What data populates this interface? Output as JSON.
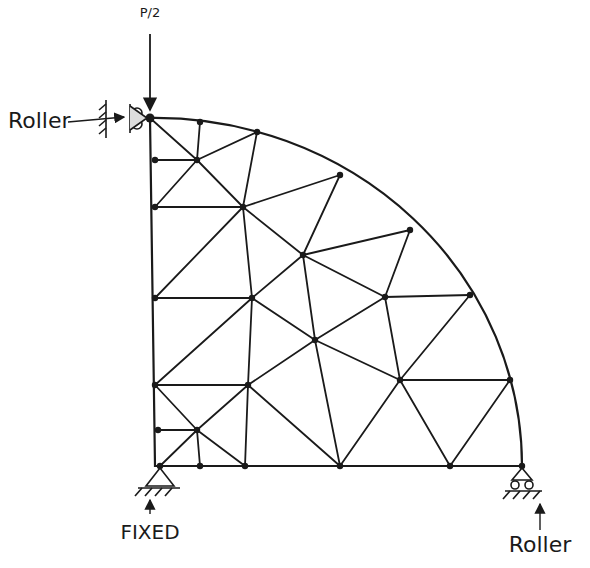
{
  "diagram": {
    "labels": [
      "P/2",
      "Roller",
      "FIXED",
      "Roller"
    ]
  }
}
